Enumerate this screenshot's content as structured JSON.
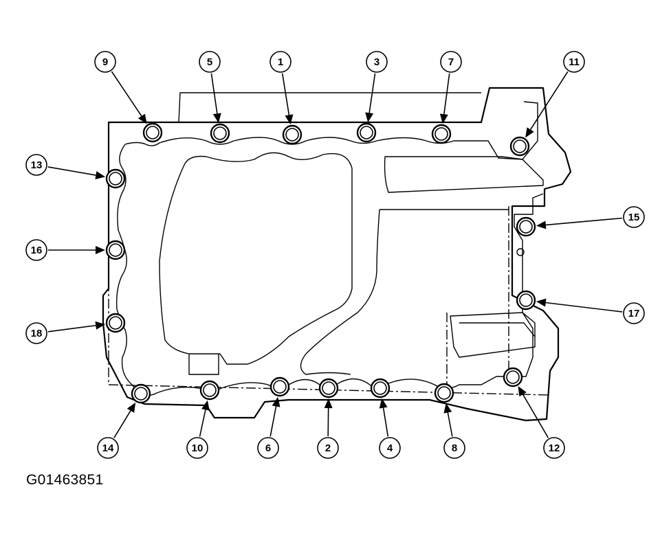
{
  "caption": "G01463851",
  "callouts": [
    {
      "label": "1"
    },
    {
      "label": "2"
    },
    {
      "label": "3"
    },
    {
      "label": "4"
    },
    {
      "label": "5"
    },
    {
      "label": "6"
    },
    {
      "label": "7"
    },
    {
      "label": "8"
    },
    {
      "label": "9"
    },
    {
      "label": "10"
    },
    {
      "label": "11"
    },
    {
      "label": "12"
    },
    {
      "label": "13"
    },
    {
      "label": "14"
    },
    {
      "label": "15"
    },
    {
      "label": "16"
    },
    {
      "label": "17"
    },
    {
      "label": "18"
    }
  ]
}
